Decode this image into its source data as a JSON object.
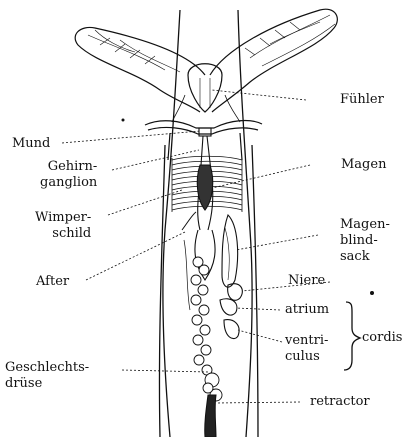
{
  "labels": {
    "mund": "Mund",
    "gehirnganglion": "Gehirn-\nganglion",
    "wimperschild": "Wimper-\nschild",
    "after": "After",
    "geschlechtsdruese": "Geschlechts-\ndrüse",
    "fuehler": "Fühler",
    "magen": "Magen",
    "magenblindsack": "Magen-\nblind-\nsack",
    "niere": "Niere",
    "atrium": "atrium",
    "ventriculus": "ventri-\nculus",
    "cordis": "cordis",
    "retractor": "retractor"
  },
  "colors": {
    "ink": "#111111",
    "paper": "#ffffff"
  }
}
